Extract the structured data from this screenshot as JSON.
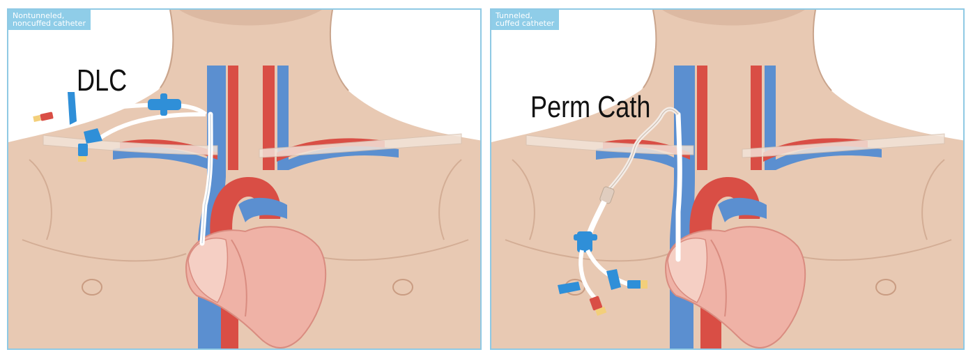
{
  "panels": [
    {
      "tag": "Nontunneled,\nnoncuffed catheter",
      "label": "DLC"
    },
    {
      "tag": "Tunneled,\ncuffed catheter",
      "label": "Perm Cath"
    }
  ],
  "colors": {
    "skin": "#e8c9b3",
    "skin_shadow": "#d9b39b",
    "artery": "#d94e45",
    "vein": "#5b8fd0",
    "heart": "#efb2a6",
    "heart_dark": "#e08c80",
    "catheter": "#ffffff",
    "connector_blue": "#2f8fd8",
    "panel_border": "#8fc9e4",
    "tag_background": "#8fcde8"
  }
}
